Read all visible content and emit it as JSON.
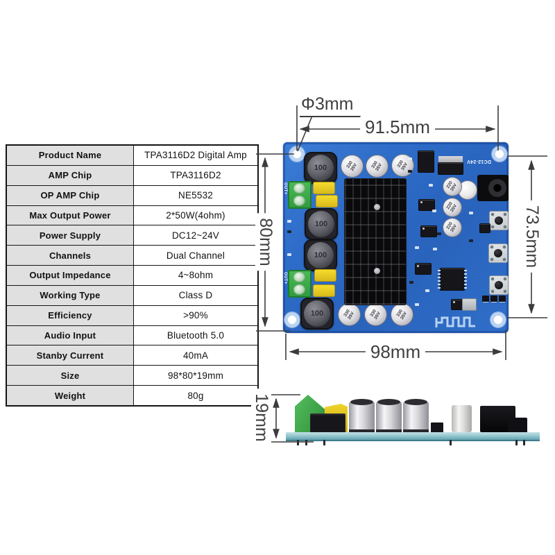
{
  "spec_table": {
    "rows": [
      {
        "label": "Product Name",
        "value": "TPA3116D2 Digital Amp"
      },
      {
        "label": "AMP Chip",
        "value": "TPA3116D2"
      },
      {
        "label": "OP AMP Chip",
        "value": "NE5532"
      },
      {
        "label": "Max Output Power",
        "value": "2*50W(4ohm)"
      },
      {
        "label": "Power Supply",
        "value": "DC12~24V"
      },
      {
        "label": "Channels",
        "value": "Dual Channel"
      },
      {
        "label": "Output Impedance",
        "value": "4~8ohm"
      },
      {
        "label": "Working Type",
        "value": "Class D"
      },
      {
        "label": "Efficiency",
        "value": ">90%"
      },
      {
        "label": "Audio Input",
        "value": "Bluetooth 5.0"
      },
      {
        "label": "Stanby Current",
        "value": "40mA"
      },
      {
        "label": "Size",
        "value": "98*80*19mm"
      },
      {
        "label": "Weight",
        "value": "80g"
      }
    ]
  },
  "dimensions": {
    "hole_diameter": "Φ3mm",
    "top_width": "91.5mm",
    "left_height": "80mm",
    "right_height": "73.5mm",
    "bottom_width": "98mm",
    "side_thickness": "19mm"
  },
  "board": {
    "silkscreen_dc_label": "DC12-24V",
    "silkscreen_out_label": "OUT+",
    "inductor_label": "100",
    "large_cap_line1": "330",
    "large_cap_line2": "35V",
    "small_cap_line1": "220",
    "small_cap_line2": "35V"
  },
  "colors": {
    "pcb_blue": "#2b6ac4",
    "heatsink_black": "#0a0a0c",
    "terminal_green": "#3fae4a",
    "film_cap_yellow": "#eccf25",
    "table_label_bg": "#e0e0e0",
    "dimension_line": "#3c3c3c"
  }
}
